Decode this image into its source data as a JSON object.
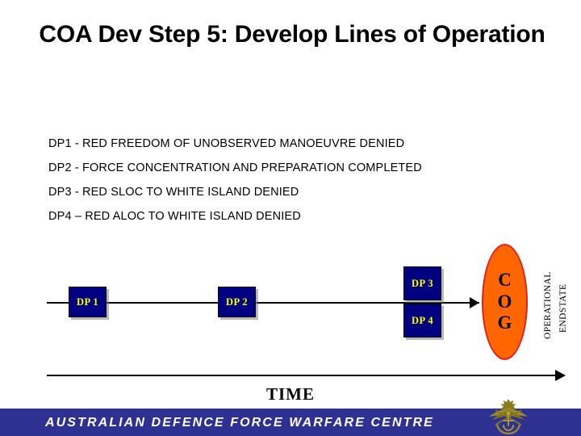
{
  "slide": {
    "title": "COA Dev Step 5: Develop Lines of Operation",
    "decision_points_text": [
      "DP1 - RED FREEDOM OF UNOBSERVED MANOEUVRE DENIED",
      "DP2 - FORCE CONCENTRATION AND PREPARATION COMPLETED",
      "DP3 - RED SLOC TO WHITE ISLAND DENIED",
      "DP4 – RED ALOC TO WHITE ISLAND DENIED"
    ]
  },
  "diagram": {
    "boxes": [
      {
        "label": "DP 1"
      },
      {
        "label": "DP 2"
      },
      {
        "label": "DP 3"
      },
      {
        "label": "DP 4"
      }
    ],
    "cog": {
      "letters": [
        "C",
        "O",
        "G"
      ],
      "fill_color": "#ff6600",
      "border_color": "#e02020"
    },
    "endstate_labels": [
      "OPERATIONAL",
      "ENDSTATE"
    ],
    "time_axis_label": "TIME",
    "box_fill_color": "#000080",
    "box_text_color": "#ffff00"
  },
  "footer": {
    "text": "AUSTRALIAN DEFENCE FORCE WARFARE CENTRE",
    "band_color": "#2e3192",
    "crest_name": "adf-tri-service-crest"
  }
}
